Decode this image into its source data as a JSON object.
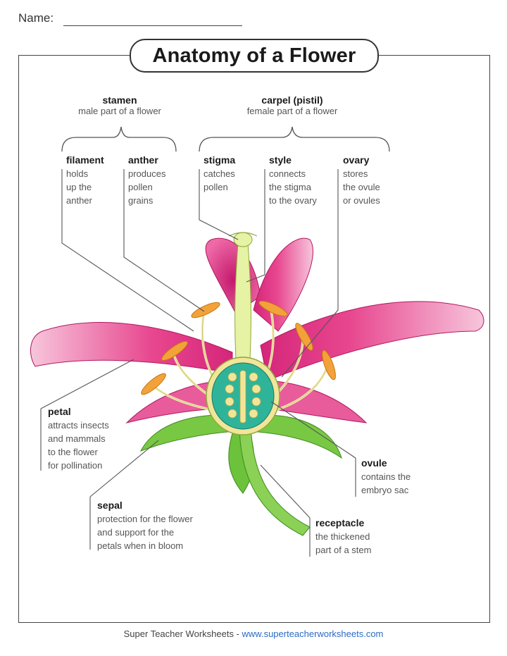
{
  "header": {
    "name_label": "Name:"
  },
  "title": "Anatomy of a Flower",
  "groups": {
    "stamen": {
      "term": "stamen",
      "desc": "male part of a flower"
    },
    "carpel": {
      "term": "carpel (pistil)",
      "desc": "female part of a flower"
    }
  },
  "parts": {
    "filament": {
      "term": "filament",
      "desc": "holds\nup the\nanther"
    },
    "anther": {
      "term": "anther",
      "desc": "produces\npollen\ngrains"
    },
    "stigma": {
      "term": "stigma",
      "desc": "catches\npollen"
    },
    "style": {
      "term": "style",
      "desc": "connects\nthe stigma\nto the ovary"
    },
    "ovary": {
      "term": "ovary",
      "desc": "stores\nthe ovule\nor ovules"
    },
    "petal": {
      "term": "petal",
      "desc": "attracts insects\nand mammals\nto the flower\nfor pollination"
    },
    "ovule": {
      "term": "ovule",
      "desc": "contains the\nembryo sac"
    },
    "sepal": {
      "term": "sepal",
      "desc": "protection for the flower\nand support for the\npetals when in bloom"
    },
    "receptacle": {
      "term": "receptacle",
      "desc": "the thickened\npart of a stem"
    }
  },
  "footer": {
    "publisher": "Super Teacher Worksheets - ",
    "url": "www.superteacherworksheets.com"
  },
  "colors": {
    "petal": "#e8478f",
    "petal_light": "#f7c6dc",
    "stem": "#6cc23a",
    "stamen_filament": "#f2ecb0",
    "anther": "#f3a23a",
    "ovary_fill": "#2fb49a",
    "ovule": "#f1e59a"
  }
}
